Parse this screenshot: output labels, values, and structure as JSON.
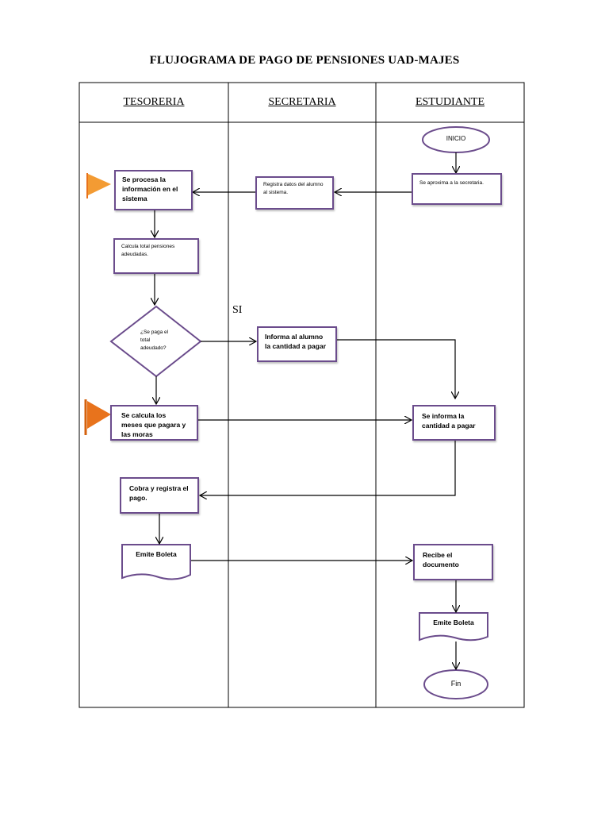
{
  "title": "FLUJOGRAMA DE PAGO DE PENSIONES UAD-MAJES",
  "lanes": [
    "TESORERIA",
    "SECRETARIA",
    "ESTUDIANTE"
  ],
  "nodes": {
    "inicio": "INICIO",
    "se_aproxima": "Se aproxima a la secretaria.",
    "registra_datos": "Registra datos del alumno al sistema.",
    "procesa_info": "Se procesa la información en el sistema",
    "calcula_total": "Calcula total pensiones adeudadas.",
    "decision": "¿Se paga el total adeudado?",
    "decision_yes": "SI",
    "informa_alumno": "Informa al alumno la cantidad a pagar",
    "calcula_meses": "Se calcula los meses que pagara y las moras",
    "se_informa": "Se informa la cantidad a pagar",
    "cobra": "Cobra y registra el pago.",
    "emite_boleta_1": "Emite Boleta",
    "recibe_doc": "Recibe el documento",
    "emite_boleta_2": "Emite Boleta",
    "fin": "Fin"
  },
  "colors": {
    "node_border": "#6b4c8c",
    "flag": "#e8731c"
  },
  "icons": {
    "flag": "flag-icon"
  }
}
